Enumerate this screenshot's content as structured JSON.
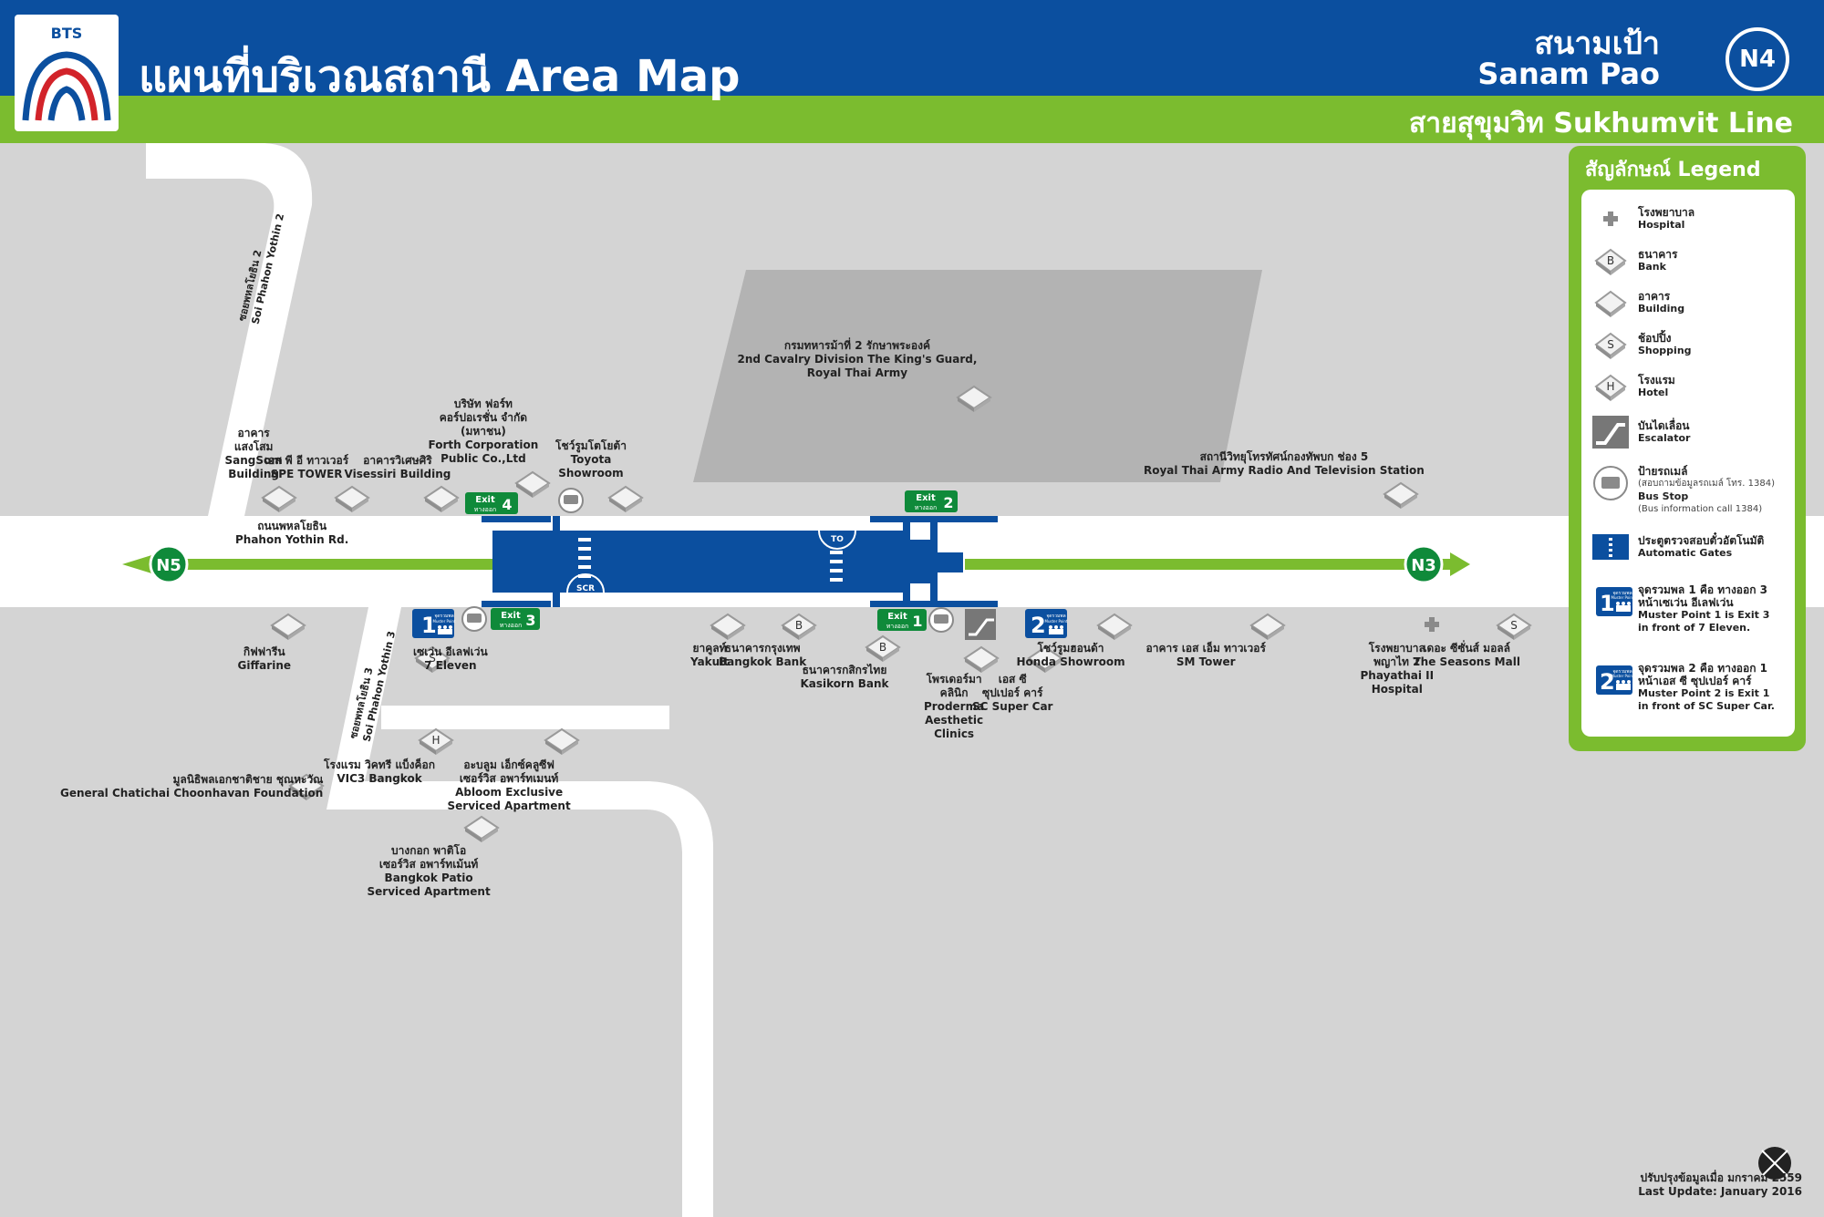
{
  "header": {
    "title": "แผนที่บริเวณสถานี Area Map",
    "station_th": "สนามเป้า",
    "station_en": "Sanam Pao",
    "station_code": "N4",
    "line": "สายสุขุมวิท Sukhumvit Line",
    "logo_text": "BTS"
  },
  "colors": {
    "blue": "#0b4f9f",
    "green": "#7bbc2f",
    "road": "#ffffff",
    "block": "#b5b5b5",
    "ground": "#d4d4d4"
  },
  "stations": {
    "prev": "N5",
    "next": "N3"
  },
  "roads": {
    "main_th": "ถนนพหลโยธิน",
    "main_en": "Phahon Yothin Rd.",
    "soi2_th": "ซอยพหลโยธิน 2",
    "soi2_en": "Soi Phahon Yothin 2",
    "soi3_th": "ซอยพหลโยธิน 3",
    "soi3_en": "Soi Phahon Yothin 3"
  },
  "exits": {
    "e1": {
      "label": "Exit",
      "th": "ทางออก",
      "num": "1"
    },
    "e2": {
      "label": "Exit",
      "th": "ทางออก",
      "num": "2"
    },
    "e3": {
      "label": "Exit",
      "th": "ทางออก",
      "num": "3"
    },
    "e4": {
      "label": "Exit",
      "th": "ทางออก",
      "num": "4"
    }
  },
  "station_marks": {
    "to": "TO",
    "scr": "SCR"
  },
  "places": {
    "army_th": "กรมทหารม้าที่ 2 รักษาพระองค์",
    "army_en1": "2nd Cavalry Division The King's Guard,",
    "army_en2": "Royal Thai Army",
    "sangsom_th1": "อาคาร",
    "sangsom_th2": "แสงโสม",
    "sangsom_en1": "SangSom",
    "sangsom_en2": "Building",
    "spe_th": "เอส พี อี ทาวเวอร์",
    "spe_en": "SPE TOWER",
    "visessiri_th": "อาคารวิเศษศิริ",
    "visessiri_en": "Visessiri Building",
    "forth_th1": "บริษัท ฟอร์ท",
    "forth_th2": "คอร์ปอเรชั่น จำกัด",
    "forth_th3": "(มหาชน)",
    "forth_en1": "Forth Corporation",
    "forth_en2": "Public Co.,Ltd",
    "toyota_th": "โชว์รูมโตโยต้า",
    "toyota_en1": "Toyota",
    "toyota_en2": "Showroom",
    "radio_th": "สถานีวิทยุโทรทัศน์กองทัพบก ช่อง 5",
    "radio_en": "Royal Thai Army Radio And Television Station",
    "giffarine_th": "กิฟฟารีน",
    "giffarine_en": "Giffarine",
    "seven_th": "เซเว่น อีเลฟเว่น",
    "seven_en": "7 Eleven",
    "yakult_th": "ยาคูลท์",
    "yakult_en": "Yakult",
    "bbl_th": "ธนาคารกรุงเทพ",
    "bbl_en": "Bangkok Bank",
    "kbank_th": "ธนาคารกสิกรไทย",
    "kbank_en": "Kasikorn Bank",
    "proderma_th1": "โพรเดอร์มา",
    "proderma_th2": "คลินิก",
    "proderma_en1": "Proderma",
    "proderma_en2": "Aesthetic",
    "proderma_en3": "Clinics",
    "sc_th1": "เอส ซี",
    "sc_th2": "ซุปเปอร์ คาร์",
    "sc_en": "SC Super Car",
    "honda_th": "โชว์รูมฮอนด้า",
    "honda_en": "Honda Showroom",
    "sm_th": "อาคาร เอส เอ็ม ทาวเวอร์",
    "sm_en": "SM Tower",
    "phayathai_th1": "โรงพยาบาล",
    "phayathai_th2": "พญาไท 2",
    "phayathai_en1": "Phayathai II",
    "phayathai_en2": "Hospital",
    "seasons_th": "เดอะ ซีซั่นส์ มอลล์",
    "seasons_en": "The Seasons Mall",
    "vic3_th": "โรงแรม วิคทรี แบ็งค็อก",
    "vic3_en": "VIC3 Bangkok",
    "abloom_th1": "อะบลูม เอ็กซ์คลูซีฟ",
    "abloom_th2": "เซอร์วิส อพาร์ทเมนท์",
    "abloom_en1": "Abloom Exclusive",
    "abloom_en2": "Serviced Apartment",
    "chatichai_th": "มูลนิธิพลเอกชาติชาย ชุณหะวัณ",
    "chatichai_en": "General Chatichai Choonhavan Foundation",
    "patio_th1": "บางกอก พาติโอ",
    "patio_th2": "เซอร์วิส อพาร์ทเม้นท์",
    "patio_en1": "Bangkok Patio",
    "patio_en2": "Serviced Apartment"
  },
  "legend": {
    "title": "สัญลักษณ์ Legend",
    "hospital_th": "โรงพยาบาล",
    "hospital_en": "Hospital",
    "bank_th": "ธนาคาร",
    "bank_en": "Bank",
    "building_th": "อาคาร",
    "building_en": "Building",
    "shopping_th": "ช้อปปิ้ง",
    "shopping_en": "Shopping",
    "hotel_th": "โรงแรม",
    "hotel_en": "Hotel",
    "escalator_th": "บันไดเลื่อน",
    "escalator_en": "Escalator",
    "bus_th": "ป้ายรถเมล์",
    "bus_th_sub": "(สอบถามข้อมูลรถเมล์ โทร. 1384)",
    "bus_en": "Bus Stop",
    "bus_en_sub": "(Bus information call 1384)",
    "gates_th": "ประตูตรวจสอบตั๋วอัตโนมัติ",
    "gates_en": "Automatic Gates",
    "mp1_th1": "จุดรวมพล 1 คือ ทางออก 3",
    "mp1_th2": "หน้าเซเว่น อีเลฟเว่น",
    "mp1_en1": "Muster Point 1 is Exit 3",
    "mp1_en2": "in front of 7 Eleven.",
    "mp2_th1": "จุดรวมพล 2 คือ ทางออก 1",
    "mp2_th2": "หน้าเอส ซี ซุปเปอร์ คาร์",
    "mp2_en1": "Muster Point 2 is Exit 1",
    "mp2_en2": "in front of SC Super Car.",
    "mp_badge_th": "จุดรวมพล",
    "mp_badge_en": "Muster Point",
    "mp1_num": "1",
    "mp2_num": "2"
  },
  "update": {
    "th": "ปรับปรุงข้อมูลเมื่อ มกราคม 2559",
    "en": "Last Update: January 2016"
  }
}
